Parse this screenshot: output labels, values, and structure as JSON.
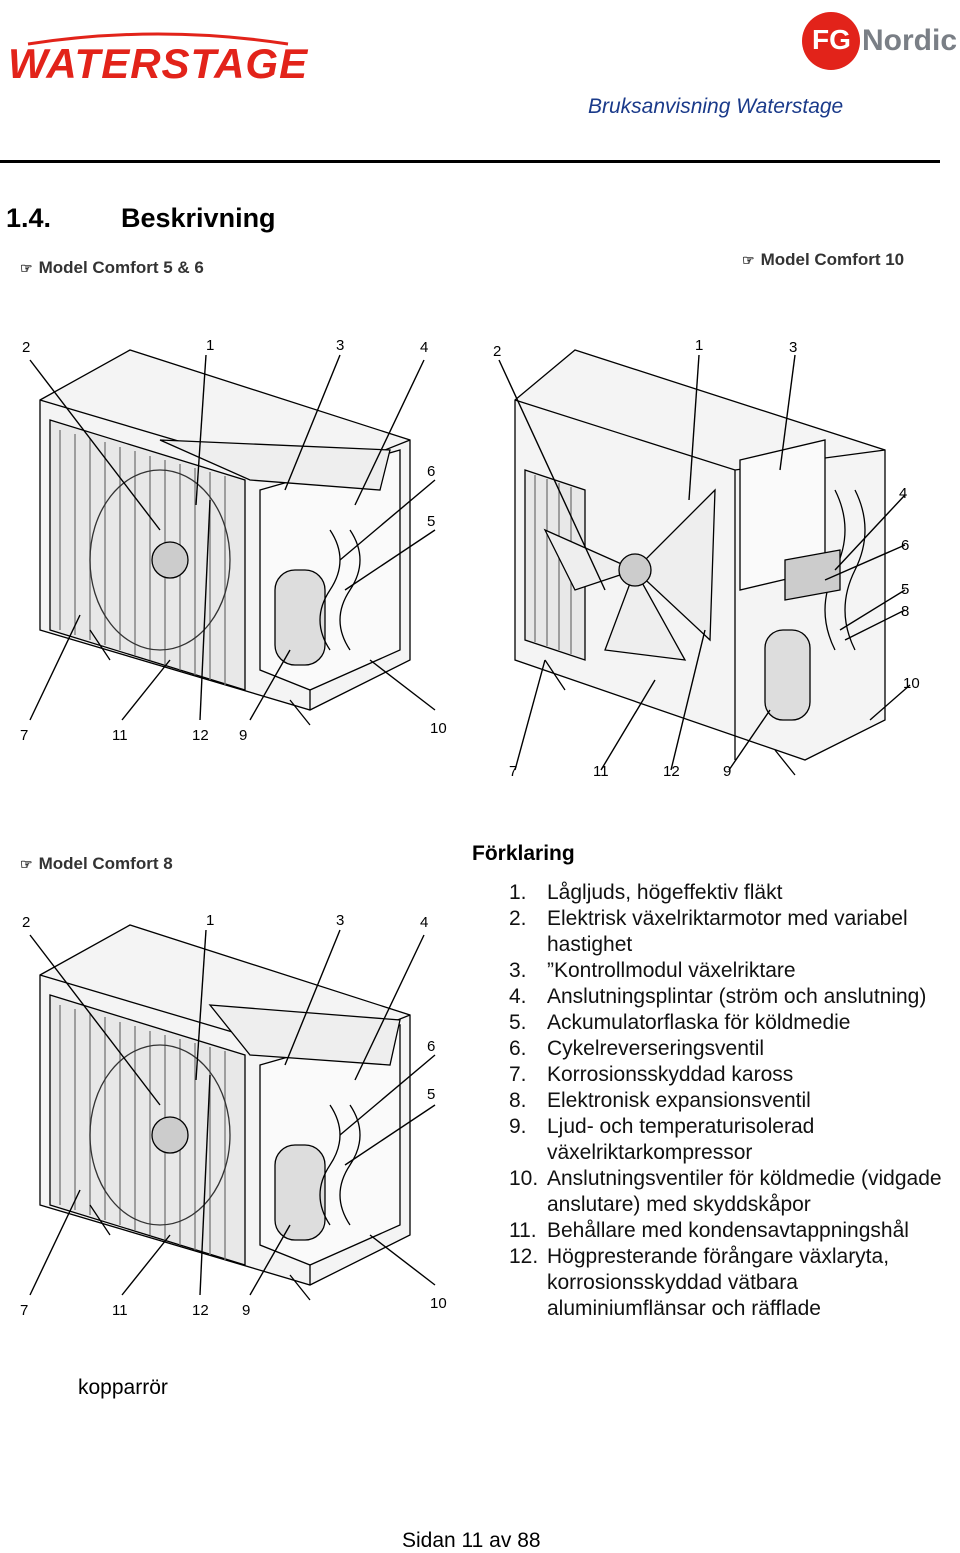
{
  "header": {
    "brand_logo": "WATERSTAGE",
    "partner_logo_fg": "FG",
    "partner_logo_nordic": "Nordic",
    "subtitle": "Bruksanvisning  Waterstage"
  },
  "section": {
    "number": "1.4.",
    "title": "Beskrivning"
  },
  "models": {
    "comfort_5_6": "Model Comfort 5 & 6",
    "comfort_10": "Model Comfort 10",
    "comfort_8": "Model Comfort 8"
  },
  "callouts": [
    "1",
    "2",
    "3",
    "4",
    "5",
    "6",
    "7",
    "8",
    "9",
    "10",
    "11",
    "12"
  ],
  "legend": {
    "title": "Förklaring",
    "items": [
      {
        "n": "1.",
        "t": "Lågljuds, högeffektiv fläkt"
      },
      {
        "n": "2.",
        "t": "Elektrisk växelriktarmotor med variabel hastighet"
      },
      {
        "n": "3.",
        "t": "”Kontrollmodul växelriktare"
      },
      {
        "n": "4.",
        "t": "Anslutningsplintar (ström och anslutning)"
      },
      {
        "n": "5.",
        "t": "Ackumulatorflaska för köldmedie"
      },
      {
        "n": "6.",
        "t": "Cykelreverseringsventil"
      },
      {
        "n": "7.",
        "t": "Korrosionsskyddad kaross"
      },
      {
        "n": "8.",
        "t": "Elektronisk expansionsventil"
      },
      {
        "n": "9.",
        "t": "Ljud- och temperaturisolerad växelriktarkompressor"
      },
      {
        "n": "10.",
        "t": "Anslutningsventiler för köldmedie (vidgade anslutare) med skyddskåpor"
      },
      {
        "n": "11.",
        "t": "Behållare med kondensavtappningshål"
      },
      {
        "n": "12.",
        "t": "Högpresterande förångare växlaryta, korrosionsskyddad vätbara aluminiumflänsar och räfflade"
      }
    ],
    "trailing": "kopparrör"
  },
  "footer": {
    "page": "Sidan 11 av 88"
  }
}
